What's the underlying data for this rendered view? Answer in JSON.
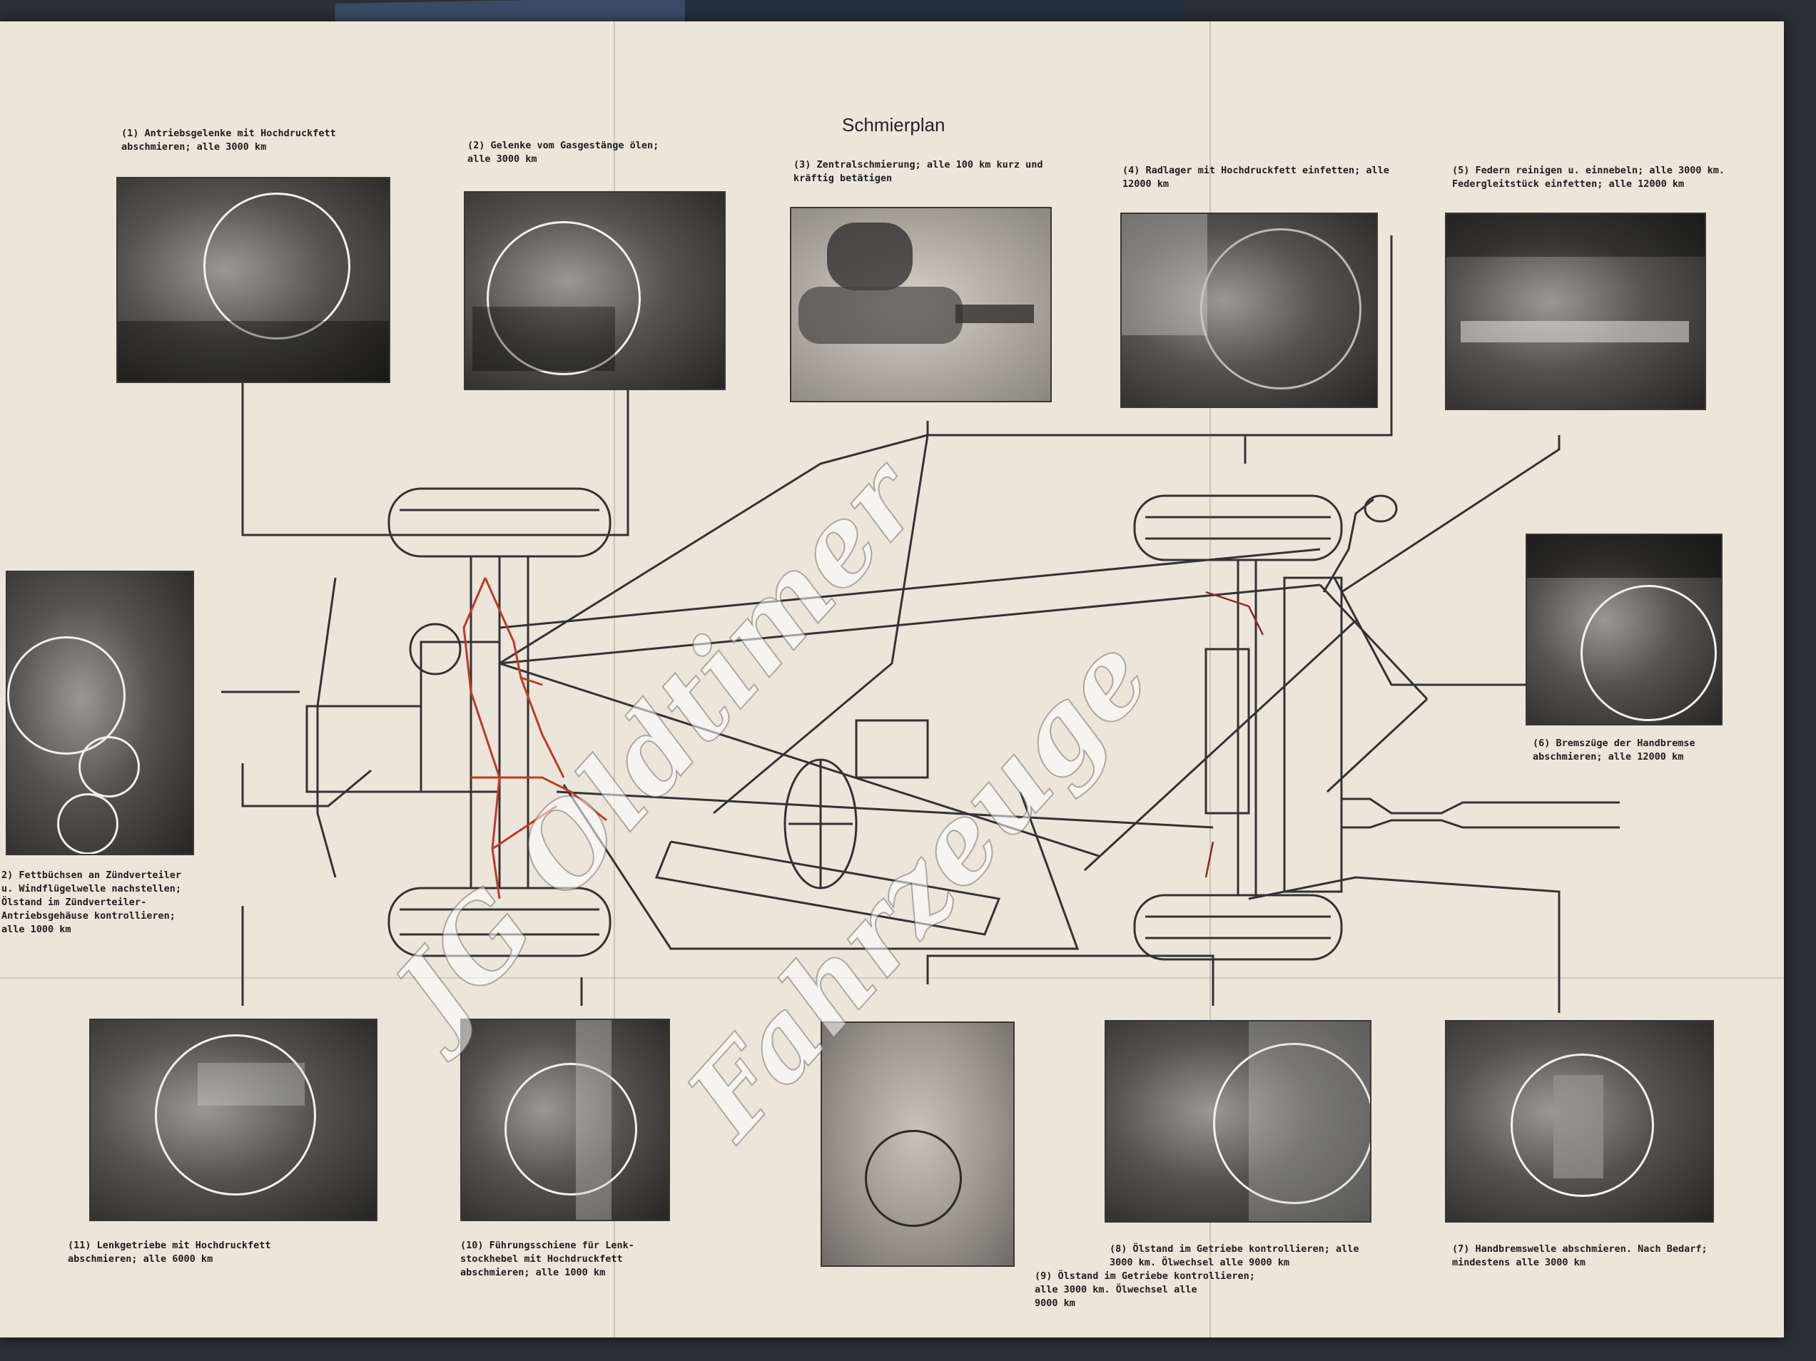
{
  "title": "Schmierplan",
  "captions": [
    {
      "id": "1",
      "text": "(1) Antriebsgelenke mit Hochdruckfett\n     abschmieren; alle 3000 km"
    },
    {
      "id": "2",
      "text": "(2) Gelenke vom Gasgestänge ölen;\n     alle 3000 km"
    },
    {
      "id": "3",
      "text": "(3) Zentralschmierung; alle 100 km kurz und\n     kräftig betätigen"
    },
    {
      "id": "4",
      "text": "(4) Radlager mit Hochdruckfett einfetten; alle\n     12000 km"
    },
    {
      "id": "5",
      "text": "(5) Federn reinigen u. einnebeln; alle 3000 km.\n     Federgleitstück einfetten; alle 12000 km"
    },
    {
      "id": "6",
      "text": "(6) Bremszüge der Handbremse\n     abschmieren; alle 12000 km"
    },
    {
      "id": "7",
      "text": "(7) Handbremswelle abschmieren. Nach Bedarf;\n     mindestens alle 3000 km"
    },
    {
      "id": "8",
      "text": "(8) Ölstand im Getriebe kontrollieren; alle\n     3000 km. Ölwechsel alle 9000 km"
    },
    {
      "id": "9",
      "text": "(9) Ölstand im Getriebe kontrollieren;\n     alle 3000 km. Ölwechsel alle\n     9000 km"
    },
    {
      "id": "10",
      "text": "(10) Führungsschiene für Lenk-\n      stockhebel mit Hochdruckfett\n      abschmieren; alle 1000 km"
    },
    {
      "id": "11",
      "text": "(11) Lenkgetriebe mit Hochdruckfett\n      abschmieren; alle 6000 km"
    },
    {
      "id": "12",
      "text": "2) Fettbüchsen an Zündverteiler\n   u. Windflügelwelle nachstellen;\n   Ölstand im Zündverteiler-\n   Antriebsgehäuse kontrollieren;\n   alle 1000 km"
    }
  ],
  "watermark": {
    "line1": "JG Oldtimer",
    "line2": "Fahrzeuge"
  },
  "colors": {
    "paper": "#ece6da",
    "ink": "#1e1e1e",
    "oil_line": "#c0392b",
    "background": "#2b2f36"
  }
}
